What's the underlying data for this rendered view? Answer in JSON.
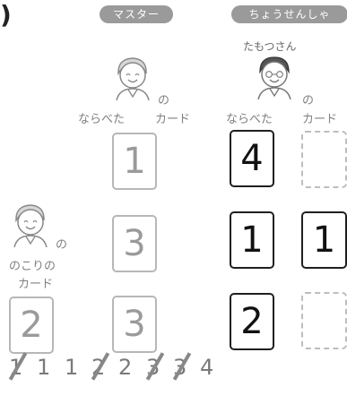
{
  "top": {
    "leftGlyph": ")",
    "badges": [
      "マスター",
      "ちょうせんしゃ"
    ],
    "playerName": "たもつさん"
  },
  "labels": {
    "master": {
      "no": "の",
      "line1": "ならべた",
      "line2": "カード"
    },
    "challenger": {
      "no": "の",
      "line1": "ならべた",
      "line2": "カード"
    },
    "remain": {
      "no": "の",
      "line1": "のこりの",
      "line2": "カード"
    }
  },
  "cards": {
    "master": [
      "1",
      "3",
      "3"
    ],
    "challenger": [
      "4",
      "1",
      "2"
    ],
    "extra": [
      null,
      "1",
      null
    ],
    "remaining": "2"
  },
  "sequence": [
    "1",
    "1",
    "1",
    "2",
    "2",
    "3",
    "3",
    "4"
  ],
  "crossedIndexes": [
    0,
    3,
    5,
    6
  ]
}
